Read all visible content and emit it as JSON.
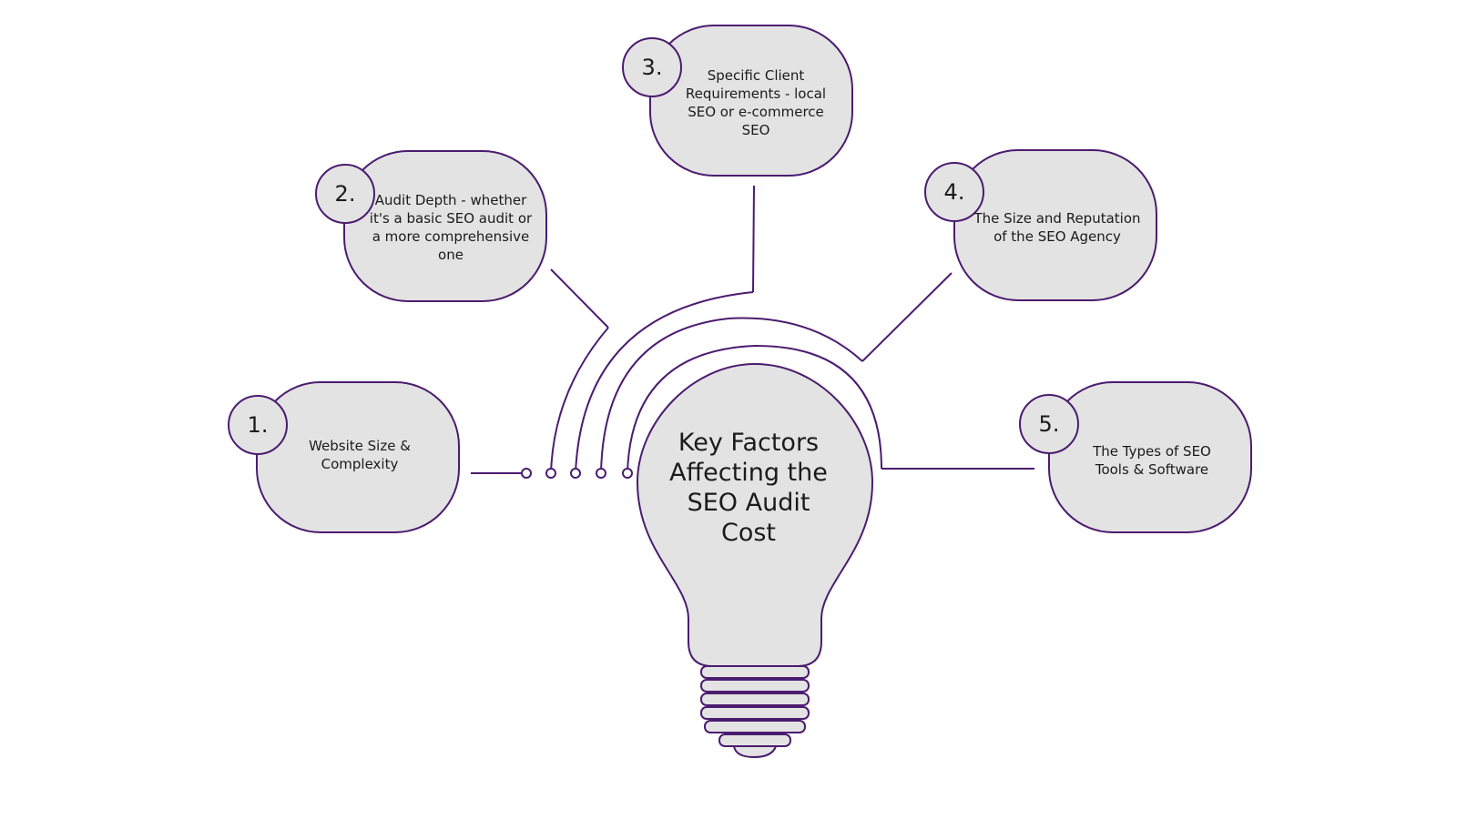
{
  "colors": {
    "stroke": "#4b1c6f",
    "fill": "#e3e3e3",
    "background": "#ffffff",
    "text": "#1b1b1b"
  },
  "center": {
    "title": "Key Factors Affecting the SEO Audit Cost"
  },
  "factors": [
    {
      "number": "1.",
      "text": "Website Size & Complexity"
    },
    {
      "number": "2.",
      "text": "Audit Depth - whether it's a basic SEO audit or a more comprehensive one"
    },
    {
      "number": "3.",
      "text": "Specific Client Requirements - local SEO or e-commerce SEO"
    },
    {
      "number": "4.",
      "text": "The Size and Reputation of the SEO Agency"
    },
    {
      "number": "5.",
      "text": "The Types of SEO Tools & Software"
    }
  ]
}
